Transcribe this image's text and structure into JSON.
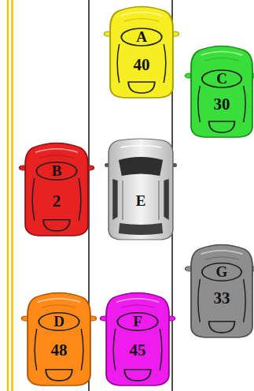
{
  "diagram": {
    "nodes": [
      {
        "text": [
          "A",
          "40"
        ]
      },
      {
        "text": [
          "C",
          "30"
        ]
      },
      {
        "text": [
          "B",
          "2"
        ]
      },
      {
        "text": [
          "E"
        ]
      },
      {
        "text": [
          "G",
          "33"
        ]
      },
      {
        "text": [
          "D",
          "48"
        ]
      },
      {
        "text": [
          "F",
          "45"
        ]
      }
    ]
  }
}
